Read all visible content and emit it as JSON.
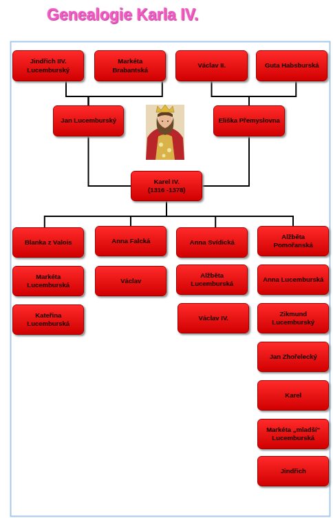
{
  "diagram": {
    "title": "Genealogie Karla IV.",
    "nodes": [
      {
        "text": [
          "Jindřich IIV. Lucemburský"
        ]
      },
      {
        "text": [
          "Markéta Brabantská"
        ]
      },
      {
        "text": [
          "Václav II."
        ]
      },
      {
        "text": [
          "Guta Habsburská"
        ]
      },
      {
        "text": [
          "Jan Lucemburský"
        ]
      },
      {
        "text": [
          "Eliška Přemyslovna"
        ]
      },
      {
        "text": [
          "Karel IV.",
          "(1316 -1378)"
        ]
      },
      {
        "text": [
          "Blanka z Valois"
        ]
      },
      {
        "text": [
          "Anna Falcká"
        ]
      },
      {
        "text": [
          "Anna Svídická"
        ]
      },
      {
        "text": [
          "Alžběta Pomořanská"
        ]
      },
      {
        "text": [
          "Markéta Lucemburská"
        ]
      },
      {
        "text": [
          "Václav"
        ]
      },
      {
        "text": [
          "Alžběta Lucemburská"
        ]
      },
      {
        "text": [
          "Anna Lucemburská"
        ]
      },
      {
        "text": [
          "Kateřina Lucemburská"
        ]
      },
      {
        "text": [
          "Václav IV."
        ]
      },
      {
        "text": [
          "Zikmund Lucemburský"
        ]
      },
      {
        "text": [
          "Jan Zhořelecký"
        ]
      },
      {
        "text": [
          "Karel"
        ]
      },
      {
        "text": [
          "Markéta „mladší“ Lucemburská"
        ]
      },
      {
        "text": [
          "Jindřich"
        ]
      }
    ],
    "edges": [
      {
        "from": 0,
        "to": 4,
        "arrow": "none"
      },
      {
        "from": 1,
        "to": 4,
        "arrow": "none"
      },
      {
        "from": 2,
        "to": 5,
        "arrow": "none"
      },
      {
        "from": 3,
        "to": 5,
        "arrow": "none"
      },
      {
        "from": 4,
        "to": 6,
        "arrow": "none"
      },
      {
        "from": 5,
        "to": 6,
        "arrow": "none"
      },
      {
        "from": 6,
        "to": 7,
        "arrow": "none"
      },
      {
        "from": 6,
        "to": 8,
        "arrow": "none"
      },
      {
        "from": 6,
        "to": 9,
        "arrow": "none"
      },
      {
        "from": 6,
        "to": 10,
        "arrow": "none"
      }
    ]
  }
}
